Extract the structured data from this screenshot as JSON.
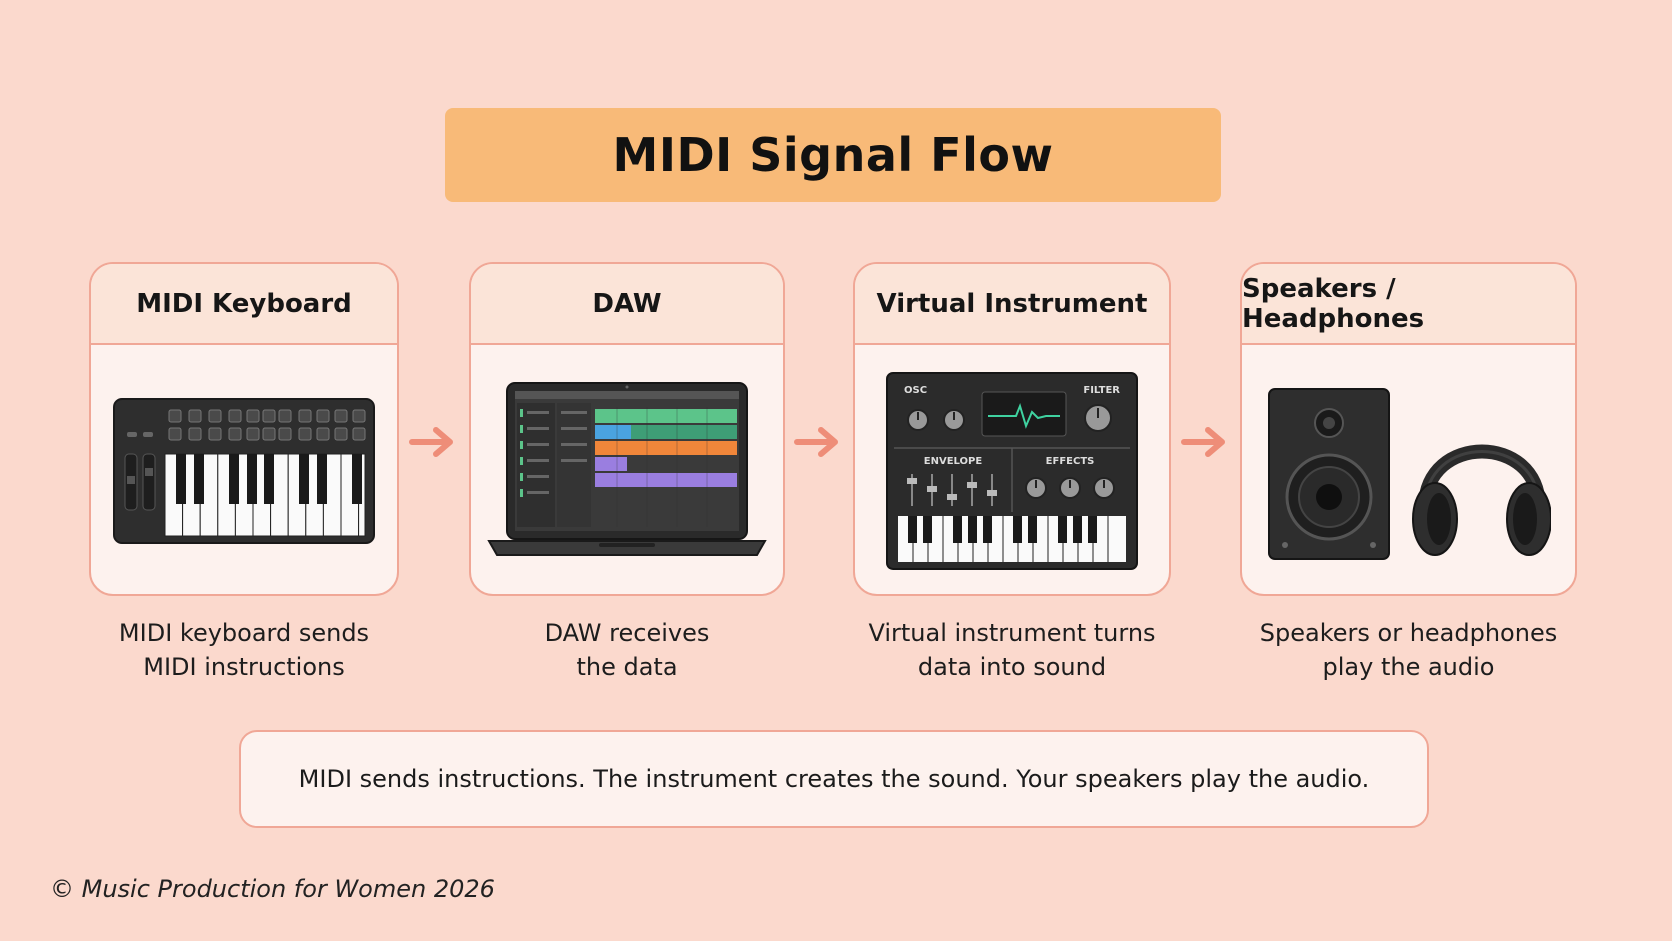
{
  "title": "MIDI Signal Flow",
  "steps": [
    {
      "name": "MIDI Keyboard",
      "icon": "midi-keyboard-icon",
      "caption": [
        "MIDI keyboard sends",
        "MIDI instructions"
      ]
    },
    {
      "name": "DAW",
      "icon": "laptop-daw-icon",
      "caption": [
        "DAW receives",
        "the data"
      ]
    },
    {
      "name": "Virtual Instrument",
      "icon": "synthesizer-icon",
      "caption": [
        "Virtual instrument turns",
        "data into sound"
      ],
      "labels": {
        "osc": "OSC",
        "filter": "FILTER",
        "envelope": "ENVELOPE",
        "effects": "EFFECTS"
      }
    },
    {
      "name": "Speakers / Headphones",
      "icon": "speaker-headphones-icon",
      "caption": [
        "Speakers or headphones",
        "play the audio"
      ]
    }
  ],
  "summary": "MIDI sends instructions. The instrument creates the sound. Your speakers play the audio.",
  "footer": "© Music Production for Women 2026",
  "colors": {
    "background": "#fbd9cd",
    "title_banner": "#f8ba78",
    "card_border": "#f0a796",
    "arrow": "#ee8d78",
    "track_green": "#5cc48a",
    "track_blue": "#4aa3e0",
    "track_orange": "#f0863a",
    "track_purple": "#9a7ee0"
  }
}
